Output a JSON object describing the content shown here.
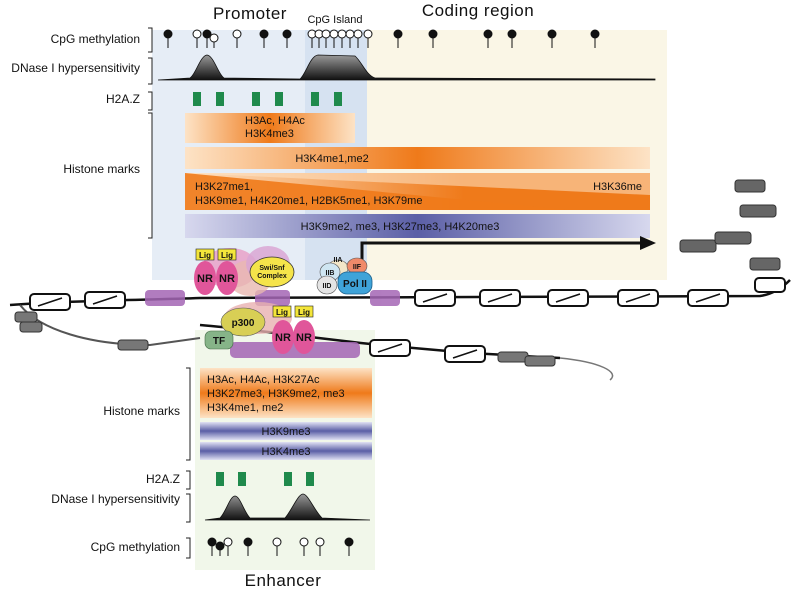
{
  "headers": {
    "promoter": "Promoter",
    "cpg_island": "CpG Island",
    "coding_region": "Coding region",
    "enhancer": "Enhancer"
  },
  "promoter_track_labels": {
    "cpg_methylation": "CpG methylation",
    "dnase": "DNase I hypersensitivity",
    "h2az": "H2A.Z",
    "histone_marks": "Histone marks"
  },
  "promoter_histone_marks": {
    "bar1_line1": "H3Ac, H4Ac",
    "bar1_line2": "H3K4me3",
    "bar2": "H3K4me1,me2",
    "bar3_line1": "H3K27me1,",
    "bar3_line2": "H3K9me1, H4K20me1, H2BK5me1, H3K79me",
    "bar3_right": "H3K36me",
    "bar4": "H3K9me2, me3, H3K27me3, H4K20me3"
  },
  "proteins": {
    "lig": "Lig",
    "nr": "NR",
    "swi_snf_line1": "Swi/Snf",
    "swi_snf_line2": "Complex",
    "iia": "IIA",
    "iib": "IIB",
    "iid": "IID",
    "iif": "IIF",
    "pol2": "Pol II",
    "p300": "p300",
    "tf": "TF"
  },
  "enhancer_track_labels": {
    "histone_marks": "Histone marks",
    "h2az": "H2A.Z",
    "dnase": "DNase I hypersensitivity",
    "cpg_methylation": "CpG methylation"
  },
  "enhancer_histone_marks": {
    "bar1_line1": "H3Ac, H4Ac, H3K27Ac",
    "bar1_line2": "H3K27me3, H3K9me2, me3",
    "bar1_line3": "H3K4me1, me2",
    "bar2": "H3K9me3",
    "bar3": "H3K4me3"
  },
  "colors": {
    "promoter_bg": "#e6edf6",
    "cpg_island_bg": "#d6e2f1",
    "coding_bg": "#faf6e6",
    "enhancer_bg": "#f1f7ea",
    "orange": "#ef7a1a",
    "blue_purple": "#5b5fa6",
    "h2az_green": "#1f8a4c",
    "lig_yellow": "#f4e63a",
    "nr_pink": "#e0569a",
    "swi_snf_yellow": "#f5e44a",
    "p300_yellow": "#d8cf55",
    "tf_green": "#86b488",
    "pol2_blue": "#3fa3d8",
    "nucleosome_purple": "#a466b5"
  }
}
